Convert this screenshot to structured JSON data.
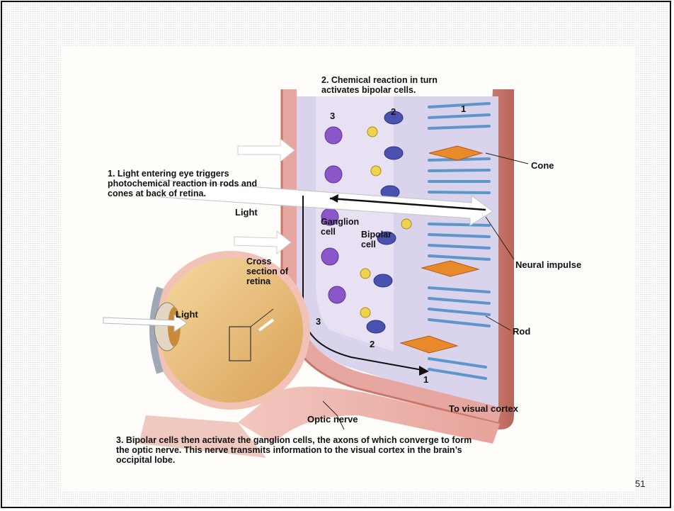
{
  "steps": {
    "step1": "1. Light entering eye triggers photochemical reaction in rods and cones at back of retina.",
    "step2": "2. Chemical reaction in turn activates bipolar cells.",
    "step3": "3. Bipolar cells then activate the ganglion cells, the axons of which converge to form the optic nerve. This nerve transmits information to the visual cortex in the brain’s occipital lobe."
  },
  "labels": {
    "light_top": "Light",
    "light_eye": "Light",
    "ganglion_cell": "Ganglion cell",
    "bipolar_cell": "Bipolar cell",
    "cross_section": "Cross section of retina",
    "cone": "Cone",
    "neural_impulse": "Neural impulse",
    "rod": "Rod",
    "optic_nerve": "Optic nerve",
    "to_visual_cortex": "To visual cortex"
  },
  "layer_numbers": {
    "top_ganglion": "3",
    "top_bipolar": "2",
    "top_receptor": "1",
    "bottom_ganglion": "3",
    "bottom_bipolar": "2",
    "bottom_receptor": "1"
  },
  "page_number": "51",
  "colors": {
    "ganglion": "#8a56c8",
    "bipolar": "#4a52b0",
    "rod": "#6aa7d8",
    "cone": "#e8892a",
    "retina_bg": "#d9d3ec",
    "sclera": "#e6a7a0",
    "iris": "#c98a3c"
  }
}
